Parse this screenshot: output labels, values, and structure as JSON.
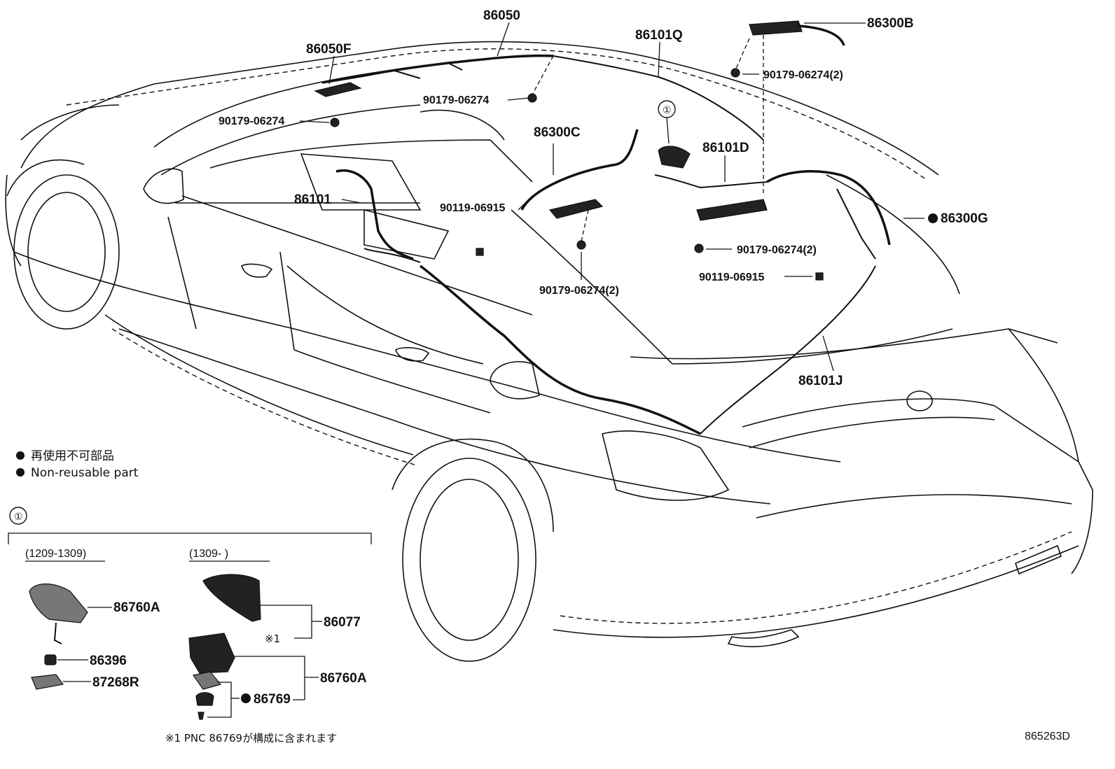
{
  "callouts": {
    "p86050": "86050",
    "p86050F": "86050F",
    "p86101Q": "86101Q",
    "p86300B": "86300B",
    "p90179_a": "90179-06274(2)",
    "p90179_b": "90179-06274",
    "p90179_c": "90179-06274",
    "p86300C": "86300C",
    "p86101D": "86101D",
    "p86101": "86101",
    "p90119_a": "90119-06915",
    "p86300G": "86300G",
    "p90179_d": "90179-06274(2)",
    "p90119_b": "90119-06915",
    "p90179_e": "90179-06274(2)",
    "p86101J": "86101J"
  },
  "ref_circle": "①",
  "legend": {
    "line1": "再使用不可部品",
    "line2": "Non-reusable part"
  },
  "inset": {
    "ref": "①",
    "range1": "(1209-1309)",
    "range2": "(1309-        )",
    "p86760A_1": "86760A",
    "p86396": "86396",
    "p87268R": "87268R",
    "p86077": "86077",
    "p86760A_2": "86760A",
    "p86769": "86769",
    "note_mark": "※1"
  },
  "footnote": "※1 PNC 86769が構成に含まれます",
  "diagram_code": "865263D",
  "colors": {
    "ink": "#111111",
    "background": "#ffffff"
  }
}
